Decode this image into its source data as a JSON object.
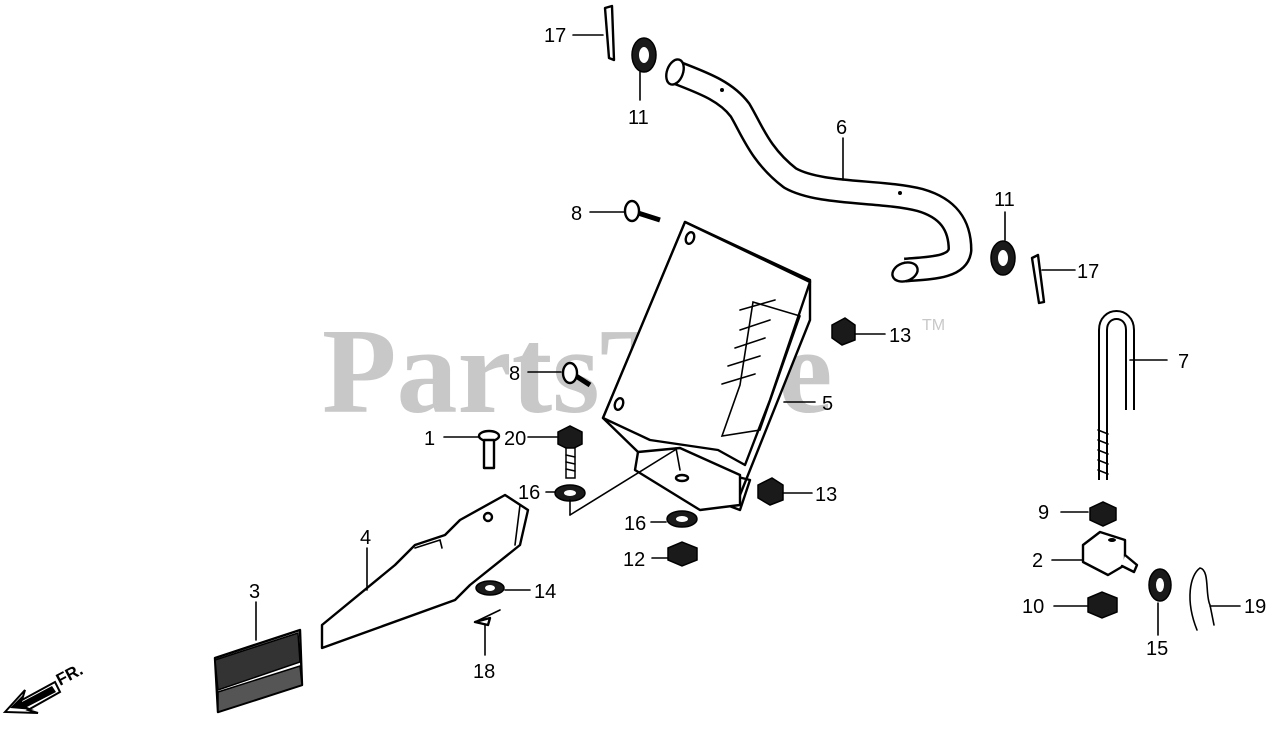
{
  "watermark": {
    "text": "PartsTree",
    "trademark": "TM"
  },
  "direction_indicator": {
    "text": "FR."
  },
  "callouts": [
    {
      "id": "c1",
      "label": "1"
    },
    {
      "id": "c2",
      "label": "2"
    },
    {
      "id": "c3",
      "label": "3"
    },
    {
      "id": "c4",
      "label": "4"
    },
    {
      "id": "c5",
      "label": "5"
    },
    {
      "id": "c6",
      "label": "6"
    },
    {
      "id": "c7",
      "label": "7"
    },
    {
      "id": "c8a",
      "label": "8"
    },
    {
      "id": "c8b",
      "label": "8"
    },
    {
      "id": "c9",
      "label": "9"
    },
    {
      "id": "c10",
      "label": "10"
    },
    {
      "id": "c11a",
      "label": "11"
    },
    {
      "id": "c11b",
      "label": "11"
    },
    {
      "id": "c12",
      "label": "12"
    },
    {
      "id": "c13a",
      "label": "13"
    },
    {
      "id": "c13b",
      "label": "13"
    },
    {
      "id": "c14",
      "label": "14"
    },
    {
      "id": "c15",
      "label": "15"
    },
    {
      "id": "c16a",
      "label": "16"
    },
    {
      "id": "c16b",
      "label": "16"
    },
    {
      "id": "c17a",
      "label": "17"
    },
    {
      "id": "c17b",
      "label": "17"
    },
    {
      "id": "c18",
      "label": "18"
    },
    {
      "id": "c19",
      "label": "19"
    },
    {
      "id": "c20",
      "label": "20"
    }
  ]
}
